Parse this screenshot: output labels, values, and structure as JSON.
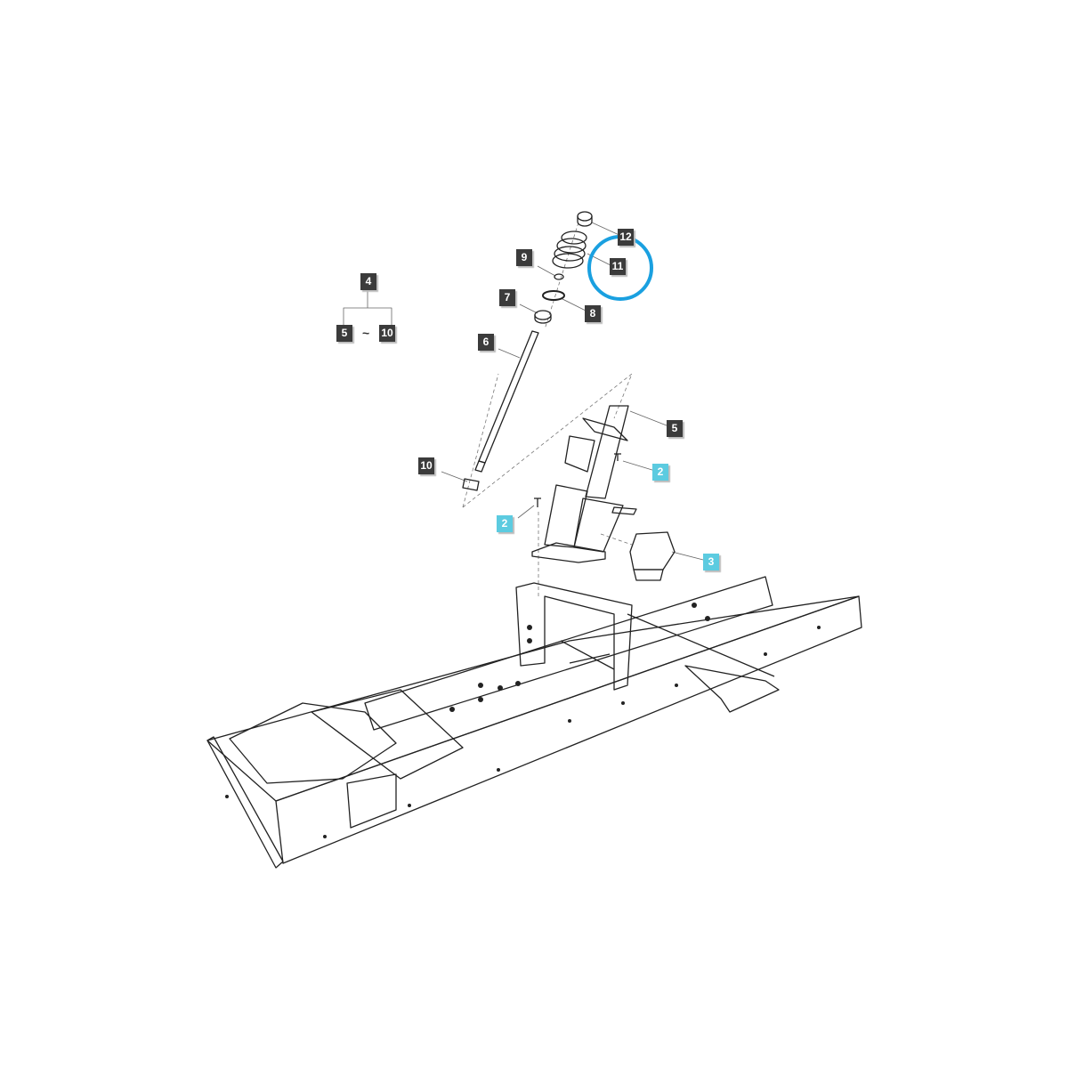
{
  "diagram": {
    "callouts": {
      "p12": "12",
      "p11": "11",
      "p9": "9",
      "p8": "8",
      "p7": "7",
      "p6": "6",
      "p5": "5",
      "p2a": "2",
      "p10": "10",
      "p2b": "2",
      "p3": "3"
    },
    "legend": {
      "group": "4",
      "from": "5",
      "separator": "~",
      "to": "10"
    },
    "highlight": {
      "target": "11",
      "color": "#1aa0e0"
    },
    "colors": {
      "callout": "#3b3b3b",
      "callout_purchasable": "#5ccbe0",
      "line": "#222222"
    }
  }
}
